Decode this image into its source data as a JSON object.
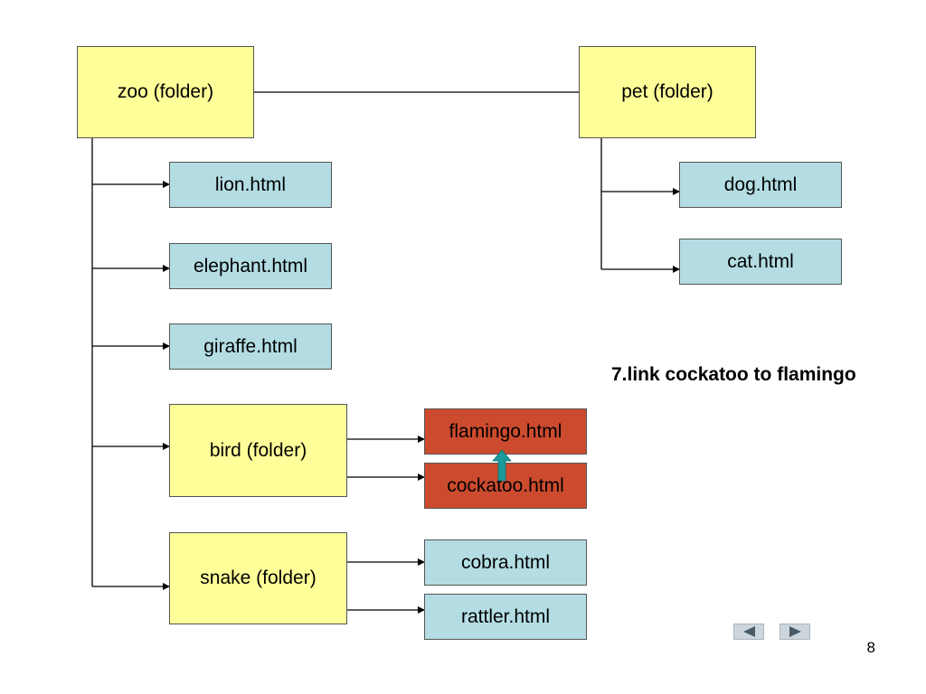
{
  "slide": {
    "caption": "7.link cockatoo to flamingo",
    "page_number": "8"
  },
  "nodes": {
    "zoo": "zoo (folder)",
    "pet": "pet (folder)",
    "lion": "lion.html",
    "elephant": "elephant.html",
    "giraffe": "giraffe.html",
    "bird": "bird (folder)",
    "snake": "snake (folder)",
    "flamingo": "flamingo.html",
    "cockatoo": "cockatoo.html",
    "cobra": "cobra.html",
    "rattler": "rattler.html",
    "dog": "dog.html",
    "cat": "cat.html"
  },
  "colors": {
    "folder": "#ffff99",
    "file": "#b3dde3",
    "highlighted_file": "#cc4b2e",
    "link_arrow": "#1a9a9a"
  },
  "navigation": {
    "prev_icon": "triangle-left-icon",
    "next_icon": "triangle-right-icon"
  }
}
